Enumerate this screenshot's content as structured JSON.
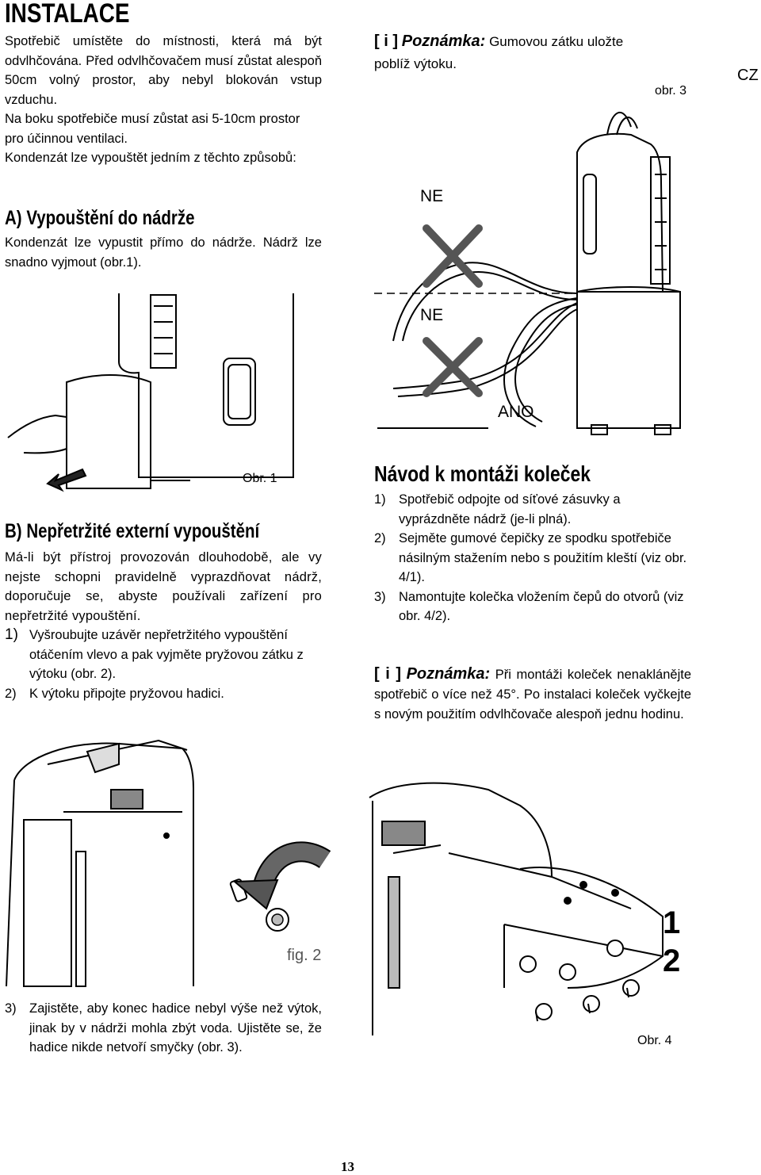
{
  "page": {
    "lang_marker": "CZ",
    "page_number": "13"
  },
  "install": {
    "title": "INSTALACE",
    "intro_p1": "Spotřebič umístěte do místnosti, která má být odvlhčována. Před odvlhčovačem musí zůstat alespoň 50cm volný prostor, aby nebyl blokován vstup vzduchu.",
    "intro_p2": "Na boku spotřebiče musí zůstat asi 5-10cm prostor pro účinnou ventilaci.",
    "intro_p3": "Kondenzát lze vypouštět jedním z těchto způsobů:",
    "section_a_title": "A) Vypouštění do nádrže",
    "section_a_text": "Kondenzát lze vypustit přímo do nádrže. Nádrž lze snadno vyjmout (obr.1).",
    "fig1_caption": "Obr. 1"
  },
  "note_top": {
    "bracket": "[ i ]",
    "label": "Poznámka:",
    "text_line1": "Gumovou zátku uložte",
    "text_line2": "poblíž výtoku."
  },
  "fig3": {
    "caption": "obr. 3",
    "label_ne_1": "NE",
    "label_ne_2": "NE",
    "label_ano": "ANO"
  },
  "section_b": {
    "title": "B) Nepřetržité externí vypouštění",
    "text": "Má-li být přístroj provozován dlouhodobě, ale vy nejste schopni pravidelně vyprazdňovat nádrž, doporučuje se, abyste používali zařízení pro nepřetržité vypouštění.",
    "steps": [
      {
        "num": "1)",
        "text": "Vyšroubujte uzávěr nepřetržitého vypouštění otáčením vlevo a pak vyjměte pryžovou zátku z výtoku (obr. 2)."
      },
      {
        "num": "2)",
        "text": "K výtoku připojte pryžovou hadici."
      }
    ],
    "fig2_caption": "fig. 2",
    "step3_num": "3)",
    "step3_text": "Zajistěte, aby konec hadice nebyl výše než výtok, jinak by v nádrži mohla zbýt voda. Ujistěte se, že hadice nikde netvoří smyčky (obr. 3)."
  },
  "wheels": {
    "title": "Návod k montáži koleček",
    "steps": [
      {
        "num": "1)",
        "text": "Spotřebič odpojte od síťové zásuvky a vyprázdněte nádrž (je-li plná)."
      },
      {
        "num": "2)",
        "text": "Sejměte gumové čepičky ze spodku spotřebiče násilným stažením nebo s použitím kleští (viz obr. 4/1)."
      },
      {
        "num": "3)",
        "text": "Namontujte kolečka vložením čepů do otvorů (viz obr. 4/2)."
      }
    ],
    "note_bracket": "[ i ]",
    "note_label": "Poznámka:",
    "note_text": "Při montáži koleček nenaklánějte spotřebič o více než 45°. Po instalaci koleček vyčkejte s novým použitím odvlhčovače alespoň jednu hodinu.",
    "fig4_caption": "Obr. 4",
    "fig4_label1": "1",
    "fig4_label2": "2"
  }
}
